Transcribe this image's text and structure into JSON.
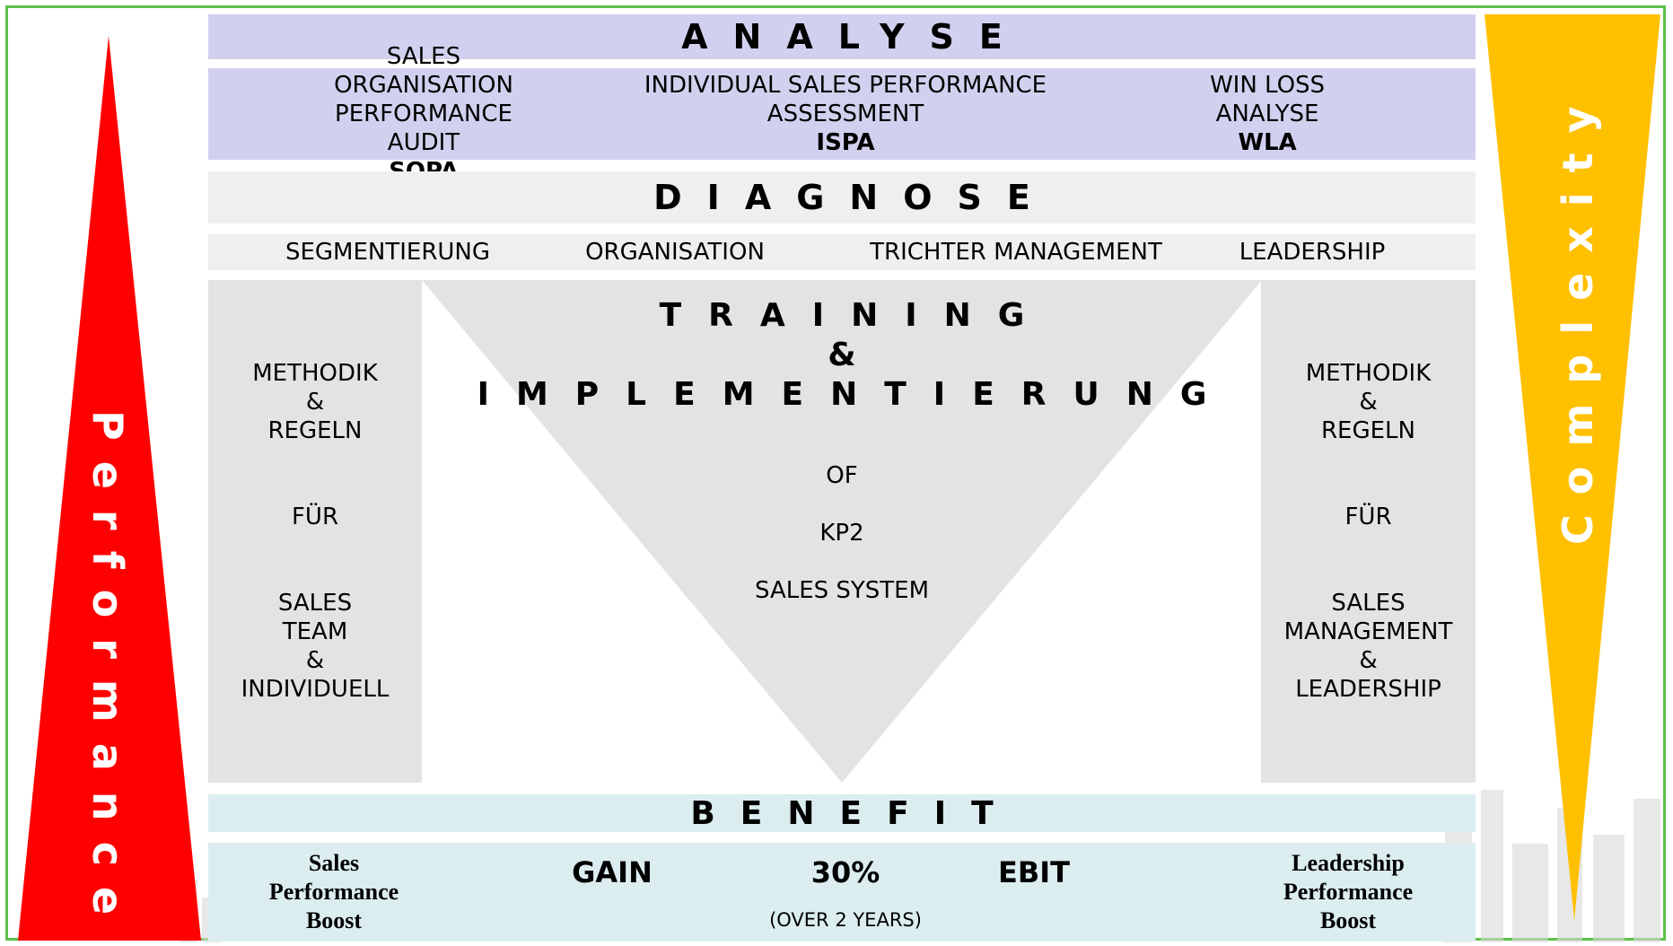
{
  "colors": {
    "border": "#5dc04b",
    "analyse": "#d1d1ef",
    "diagnose": "#efefef",
    "training": "#e3e3e3",
    "benefit": "#dcedf0",
    "performance": "#ff0000",
    "complexity": "#ffc000"
  },
  "performance": {
    "label": "Performance"
  },
  "complexity": {
    "label": "Complexity"
  },
  "analyse": {
    "title": "ANALYSE",
    "items": [
      {
        "line1": "SALES ORGANISATION",
        "line2": "PERFORMANCE AUDIT",
        "abbr": "SOPA"
      },
      {
        "line1": "INDIVIDUAL SALES PERFORMANCE",
        "line2": "ASSESSMENT",
        "abbr": "ISPA"
      },
      {
        "line1": "WIN LOSS",
        "line2": "ANALYSE",
        "abbr": "WLA"
      }
    ]
  },
  "diagnose": {
    "title": "DIAGNOSE",
    "items": [
      "SEGMENTIERUNG",
      "ORGANISATION",
      "TRICHTER MANAGEMENT",
      "LEADERSHIP"
    ]
  },
  "training": {
    "title1": "TRAINING",
    "amp": "&",
    "title2": "IMPLEMENTIERUNG",
    "sub": [
      "OF",
      "KP2",
      "SALES SYSTEM"
    ],
    "left": {
      "l1": "METHODIK",
      "l2": "&",
      "l3": "REGELN",
      "l4": "FÜR",
      "l5": "SALES",
      "l6": "TEAM",
      "l7": "&",
      "l8": "INDIVIDUELL"
    },
    "right": {
      "l1": "METHODIK",
      "l2": "&",
      "l3": "REGELN",
      "l4": "FÜR",
      "l5": "SALES",
      "l6": "MANAGEMENT",
      "l7": "&",
      "l8": "LEADERSHIP"
    }
  },
  "benefit": {
    "title": "BENEFIT",
    "left": {
      "l1": "Sales",
      "l2": "Performance",
      "l3": "Boost"
    },
    "gain": "GAIN",
    "pct": "30%",
    "ebit": "EBIT",
    "note": "(OVER 2 YEARS)",
    "right": {
      "l1": "Leadership",
      "l2": "Performance",
      "l3": "Boost"
    }
  }
}
